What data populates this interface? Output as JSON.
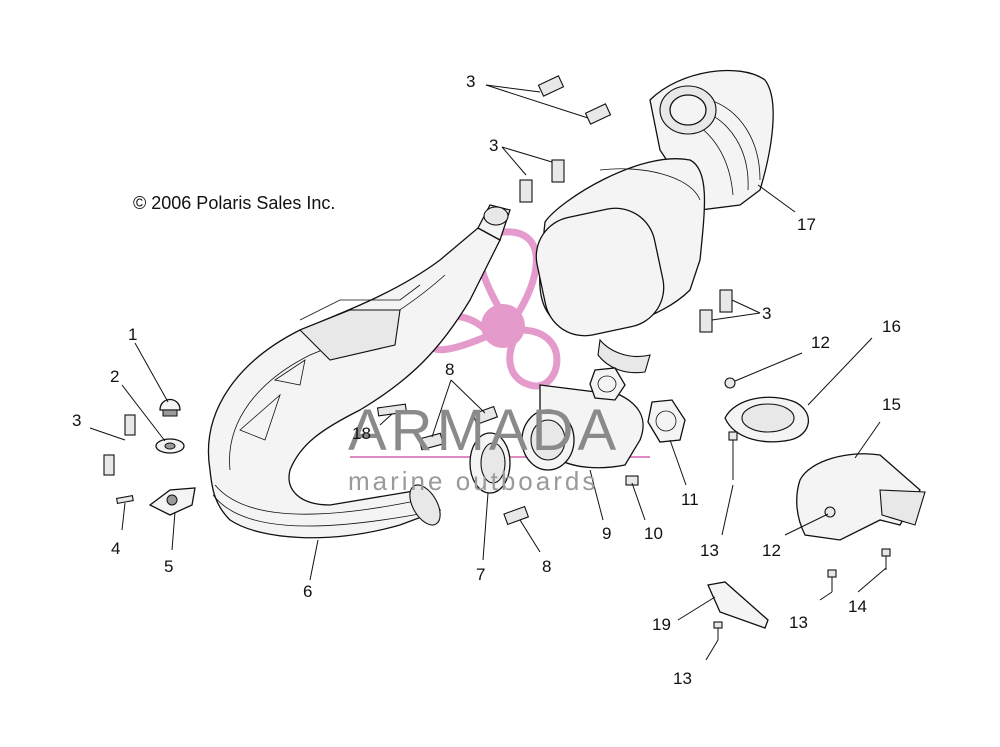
{
  "copyright": "© 2006 Polaris Sales Inc.",
  "watermark": {
    "brand": "ARMADA",
    "tagline": "marine outboards",
    "brand_color": "#e08ac4"
  },
  "callouts": [
    {
      "text": "1"
    },
    {
      "text": "2"
    },
    {
      "text": "3"
    },
    {
      "text": "4"
    },
    {
      "text": "5"
    },
    {
      "text": "6"
    },
    {
      "text": "7"
    },
    {
      "text": "8"
    },
    {
      "text": "8"
    },
    {
      "text": "9"
    },
    {
      "text": "10"
    },
    {
      "text": "11"
    },
    {
      "text": "12"
    },
    {
      "text": "12"
    },
    {
      "text": "13"
    },
    {
      "text": "13"
    },
    {
      "text": "13"
    },
    {
      "text": "14"
    },
    {
      "text": "15"
    },
    {
      "text": "16"
    },
    {
      "text": "17"
    },
    {
      "text": "18"
    },
    {
      "text": "19"
    },
    {
      "text": "3"
    },
    {
      "text": "3"
    },
    {
      "text": "3"
    }
  ]
}
